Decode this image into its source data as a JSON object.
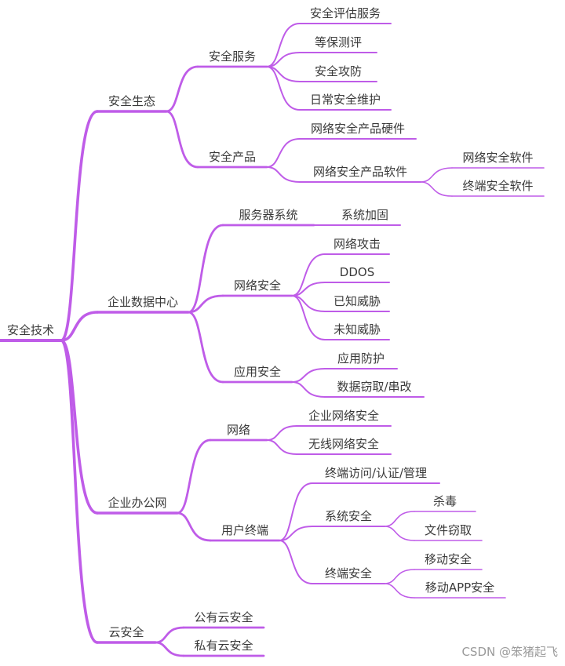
{
  "colors": {
    "branch": "#bf5ce8",
    "text": "#3a3a3a",
    "watermark": "#9a9a9a"
  },
  "mindmap": {
    "root": "安全技术",
    "children": [
      {
        "label": "安全生态",
        "children": [
          {
            "label": "安全服务",
            "children": [
              {
                "label": "安全评估服务"
              },
              {
                "label": "等保测评"
              },
              {
                "label": "安全攻防"
              },
              {
                "label": "日常安全维护"
              }
            ]
          },
          {
            "label": "安全产品",
            "children": [
              {
                "label": "网络安全产品硬件"
              },
              {
                "label": "网络安全产品软件",
                "children": [
                  {
                    "label": "网络安全软件"
                  },
                  {
                    "label": "终端安全软件"
                  }
                ]
              }
            ]
          }
        ]
      },
      {
        "label": "企业数据中心",
        "children": [
          {
            "label": "服务器系统",
            "children": [
              {
                "label": "系统加固"
              }
            ]
          },
          {
            "label": "网络安全",
            "children": [
              {
                "label": "网络攻击"
              },
              {
                "label": "DDOS"
              },
              {
                "label": "已知威胁"
              },
              {
                "label": "未知威胁"
              }
            ]
          },
          {
            "label": "应用安全",
            "children": [
              {
                "label": "应用防护"
              },
              {
                "label": "数据窃取/串改"
              }
            ]
          }
        ]
      },
      {
        "label": "企业办公网",
        "children": [
          {
            "label": "网络",
            "children": [
              {
                "label": "企业网络安全"
              },
              {
                "label": "无线网络安全"
              }
            ]
          },
          {
            "label": "用户终端",
            "children": [
              {
                "label": "终端访问/认证/管理"
              },
              {
                "label": "系统安全",
                "children": [
                  {
                    "label": "杀毒"
                  },
                  {
                    "label": "文件窃取"
                  }
                ]
              },
              {
                "label": "终端安全",
                "children": [
                  {
                    "label": "移动安全"
                  },
                  {
                    "label": "移动APP安全"
                  }
                ]
              }
            ]
          }
        ]
      },
      {
        "label": "云安全",
        "children": [
          {
            "label": "公有云安全"
          },
          {
            "label": "私有云安全"
          }
        ]
      }
    ]
  },
  "watermark": "CSDN @笨猪起飞"
}
